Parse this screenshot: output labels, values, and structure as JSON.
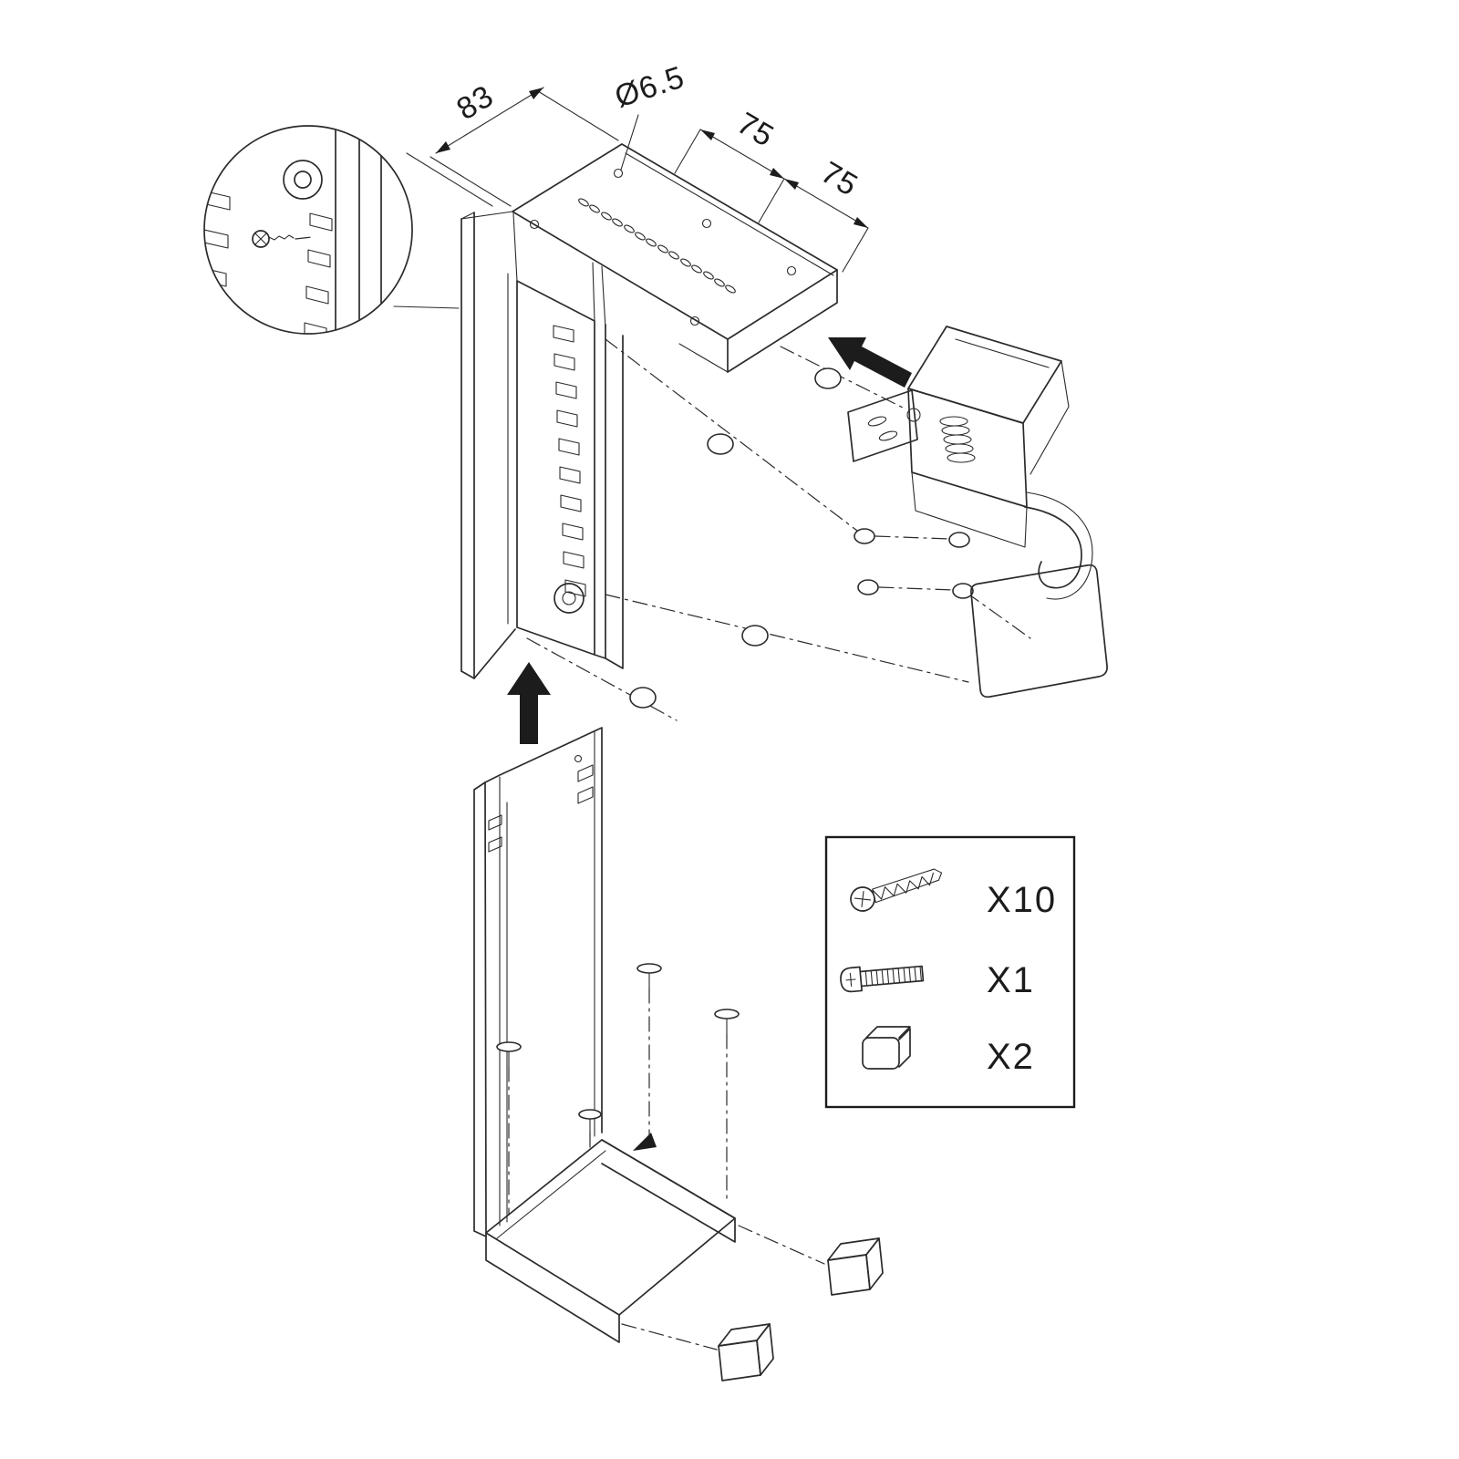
{
  "figure": {
    "kind": "exploded-assembly-diagram",
    "subject": "under-desk CPU holder bracket"
  },
  "dimensions": {
    "width": "83",
    "hole_diameter": "Ø6.5",
    "spacing_a": "75",
    "spacing_b": "75"
  },
  "parts_box": {
    "items": [
      {
        "part": "self-tapping-screw",
        "qty": "X10"
      },
      {
        "part": "machine-screw",
        "qty": "X1"
      },
      {
        "part": "square-end-cap",
        "qty": "X2"
      }
    ]
  },
  "colors": {
    "line": "#2b2b2b",
    "background": "#ffffff"
  }
}
